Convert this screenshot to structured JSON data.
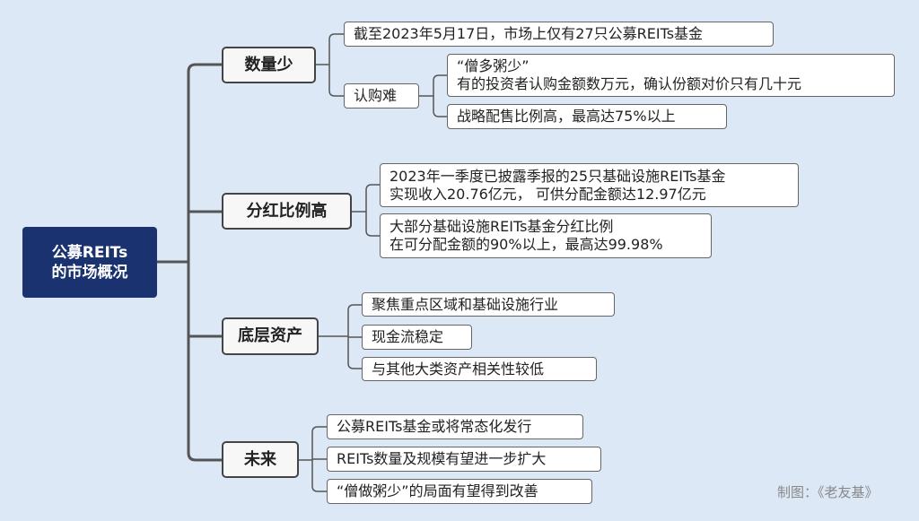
{
  "root": {
    "line1": "公募REITs",
    "line2": "的市场概况"
  },
  "branches": [
    {
      "label": "数量少",
      "children": [
        {
          "text": "截至2023年5月17日，市场上仅有27只公募REITs基金"
        },
        {
          "text": "认购难",
          "children": [
            {
              "line1": "“僧多粥少”",
              "line2": "有的投资者认购金额数万元，确认份额对价只有几十元"
            },
            {
              "text": "战略配售比例高，最高达75%以上"
            }
          ]
        }
      ]
    },
    {
      "label": "分红比例高",
      "children": [
        {
          "line1": "2023年一季度已披露季报的25只基础设施REITs基金",
          "line2": "实现收入20.76亿元， 可供分配金额达12.97亿元"
        },
        {
          "line1": "大部分基础设施REITs基金分红比例",
          "line2": "在可分配金额的90%以上，最高达99.98%"
        }
      ]
    },
    {
      "label": "底层资产",
      "children": [
        {
          "text": "聚焦重点区域和基础设施行业"
        },
        {
          "text": "现金流稳定"
        },
        {
          "text": "与其他大类资产相关性较低"
        }
      ]
    },
    {
      "label": "未来",
      "children": [
        {
          "text": "公募REITs基金或将常态化发行"
        },
        {
          "text": "REITs数量及规模有望进一步扩大"
        },
        {
          "text": "“僧做粥少”的局面有望得到改善"
        }
      ]
    }
  ],
  "credit": "制图：《老友基》",
  "colors": {
    "root": "#1a3370",
    "background": "#dce8f5",
    "line": "#555555"
  }
}
